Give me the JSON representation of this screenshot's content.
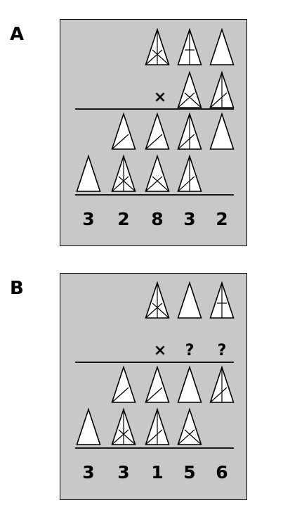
{
  "panels": [
    {
      "label": "A",
      "multiplicand": [
        "grid",
        "cross",
        "plain"
      ],
      "multiplier_symbol": "×",
      "multiplier": [
        "x",
        "slashV"
      ],
      "partial1": [
        "slash",
        "slash",
        "slashV",
        "plain"
      ],
      "partial2": [
        "plain",
        "grid",
        "x",
        "slashV"
      ],
      "result": [
        "3",
        "2",
        "8",
        "3",
        "2"
      ]
    },
    {
      "label": "B",
      "multiplicand": [
        "grid",
        "plain",
        "cross"
      ],
      "multiplier_symbol": "×",
      "multiplier_unknown": [
        "?",
        "?"
      ],
      "partial1": [
        "slash",
        "slash",
        "plain",
        "slashV"
      ],
      "partial2": [
        "plain",
        "grid",
        "slashV",
        "x"
      ],
      "result": [
        "3",
        "3",
        "1",
        "5",
        "6"
      ]
    }
  ]
}
